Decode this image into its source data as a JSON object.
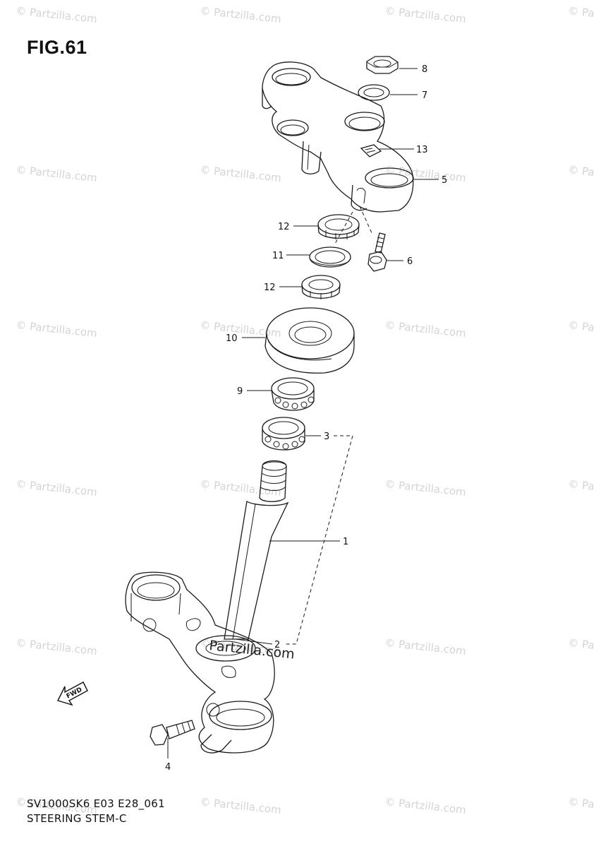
{
  "figure": {
    "title": "FIG.61",
    "caption_code": "SV1000SK6 E03 E28_061",
    "caption_name": "STEERING STEM-C"
  },
  "watermark": {
    "text": "© Partzilla.com",
    "text_short": "© Pa",
    "center_text": "Partzilla.com"
  },
  "direction_label": "FWD",
  "callouts": [
    {
      "label": "8"
    },
    {
      "label": "7"
    },
    {
      "label": "13"
    },
    {
      "label": "5"
    },
    {
      "label": "12"
    },
    {
      "label": "6"
    },
    {
      "label": "11"
    },
    {
      "label": "12"
    },
    {
      "label": "10"
    },
    {
      "label": "9"
    },
    {
      "label": "3"
    },
    {
      "label": "1"
    },
    {
      "label": "2"
    },
    {
      "label": "4"
    }
  ]
}
